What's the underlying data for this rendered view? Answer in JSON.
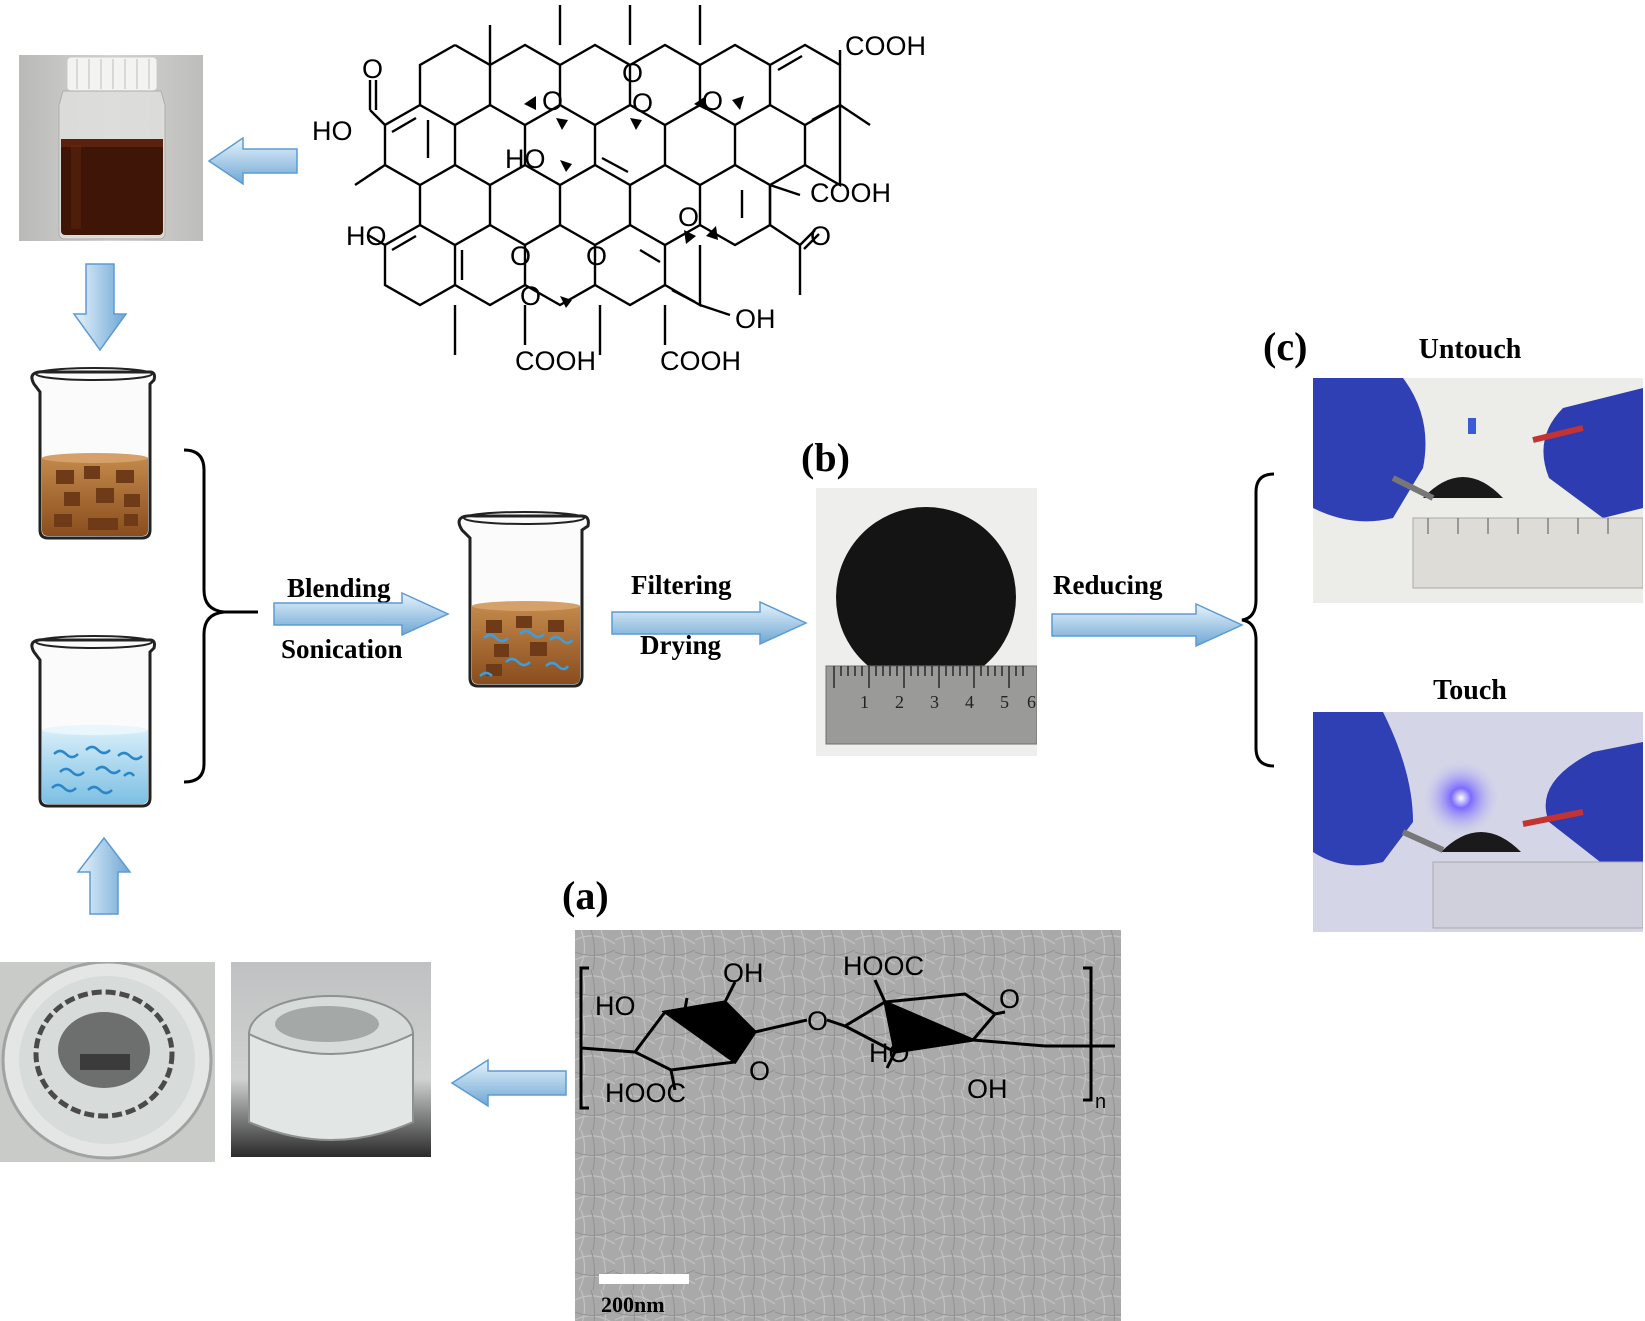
{
  "panels": {
    "a": "(a)",
    "b": "(b)",
    "c": "(c)"
  },
  "steps": {
    "blending": "Blending",
    "sonication": "Sonication",
    "filtering": "Filtering",
    "drying": "Drying",
    "reducing": "Reducing"
  },
  "captions": {
    "untouch": "Untouch",
    "touch": "Touch"
  },
  "go_structure": {
    "groups": {
      "cooh_tr": "COOH",
      "cooh_r": "COOH",
      "cooh_b1": "COOH",
      "cooh_b2": "COOH",
      "ho_l": "HO",
      "ho_l2": "HO",
      "ho_mid": "HO",
      "oh_r": "OH",
      "o1": "O",
      "o2": "O",
      "o3": "O",
      "o4": "O",
      "o5": "O",
      "o6": "O",
      "o7": "O",
      "o8": "O",
      "carbonyl_o": "O",
      "acid_o": "O"
    }
  },
  "cellulose": {
    "oh_top": "OH",
    "ho_left": "HO",
    "hooc_bottom": "HOOC",
    "o_ring1": "O",
    "o_bridge": "O",
    "hooc_top": "HOOC",
    "o_ring2": "O",
    "ho_mid": "HO",
    "oh_bottom": "OH",
    "subscript": "n"
  },
  "sem": {
    "scale_label": "200nm"
  },
  "ruler": {
    "ticks": [
      "1",
      "2",
      "3",
      "4",
      "5",
      "6"
    ]
  },
  "colors": {
    "arrow_fill": "#bcd9ee",
    "arrow_stroke": "#5b9bd5",
    "water": "#9fd2ec",
    "brown": "#a0622d"
  }
}
